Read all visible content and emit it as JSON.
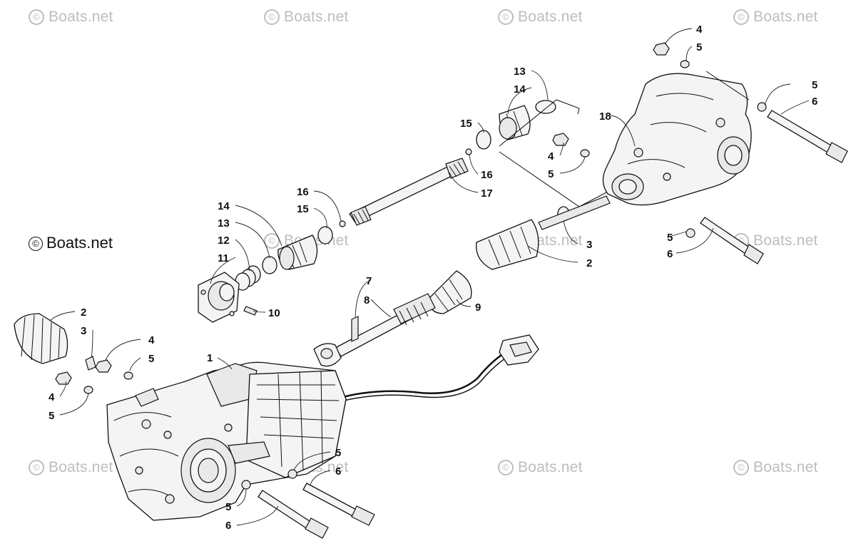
{
  "watermarks": {
    "w1": "Boats.net",
    "w2": "Boats.net",
    "w3": "Boats.net",
    "w4": "Boats.net",
    "w5": "Boats.net",
    "w6": "Boats.net",
    "w7": "Boats.net",
    "w8": "Boats.net",
    "w9": "Boats.net",
    "w10": "Boats.net",
    "w11": "Boats.net",
    "w12": "Boats.net"
  },
  "copyright": {
    "symbol": "©",
    "text": "Boats.net"
  },
  "callouts": {
    "c1": "1",
    "c2a": "2",
    "c2b": "2",
    "c3a": "3",
    "c3b": "3",
    "c4a": "4",
    "c4b": "4",
    "c4c": "4",
    "c4d": "4",
    "c5a": "5",
    "c5b": "5",
    "c5c": "5",
    "c5d": "5",
    "c5e": "5",
    "c5f": "5",
    "c5g": "5",
    "c6a": "6",
    "c6b": "6",
    "c6c": "6",
    "c6d": "6",
    "c7": "7",
    "c8": "8",
    "c9": "9",
    "c10": "10",
    "c11": "11",
    "c12": "12",
    "c13a": "13",
    "c13b": "13",
    "c14a": "14",
    "c14b": "14",
    "c15a": "15",
    "c15b": "15",
    "c16a": "16",
    "c16b": "16",
    "c17": "17",
    "c18": "18"
  }
}
